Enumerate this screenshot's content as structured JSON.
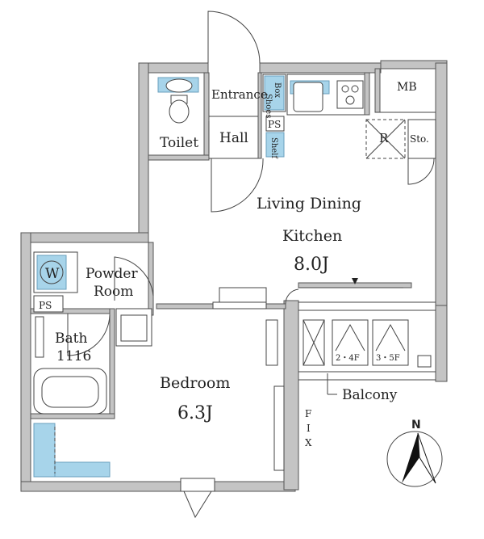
{
  "rooms": {
    "entrance": "Entrance",
    "shoes_box_line1": "Shoes",
    "shoes_box_line2": "Box",
    "ps_top": "PS",
    "shelf": "Shelf",
    "hall": "Hall",
    "toilet": "Toilet",
    "mb": "MB",
    "refrigerator": "R",
    "storage": "Sto.",
    "ldk_line1": "Living Dining",
    "ldk_line2": "Kitchen",
    "ldk_size": "8.0J",
    "washer": "W",
    "powder_line1": "Powder",
    "powder_line2": "Room",
    "ps_left": "PS",
    "bath": "Bath",
    "bath_size": "1116",
    "bedroom": "Bedroom",
    "bedroom_size": "6.3J",
    "balcony": "Balcony",
    "outdoor_unit_1": "2・4F",
    "outdoor_unit_2": "3・5F",
    "fix_1": "F",
    "fix_2": "I",
    "fix_3": "X",
    "north": "N"
  },
  "colors": {
    "wall": "#c4c4c4",
    "wet_area": "#a7d4ea",
    "line": "#444444"
  }
}
